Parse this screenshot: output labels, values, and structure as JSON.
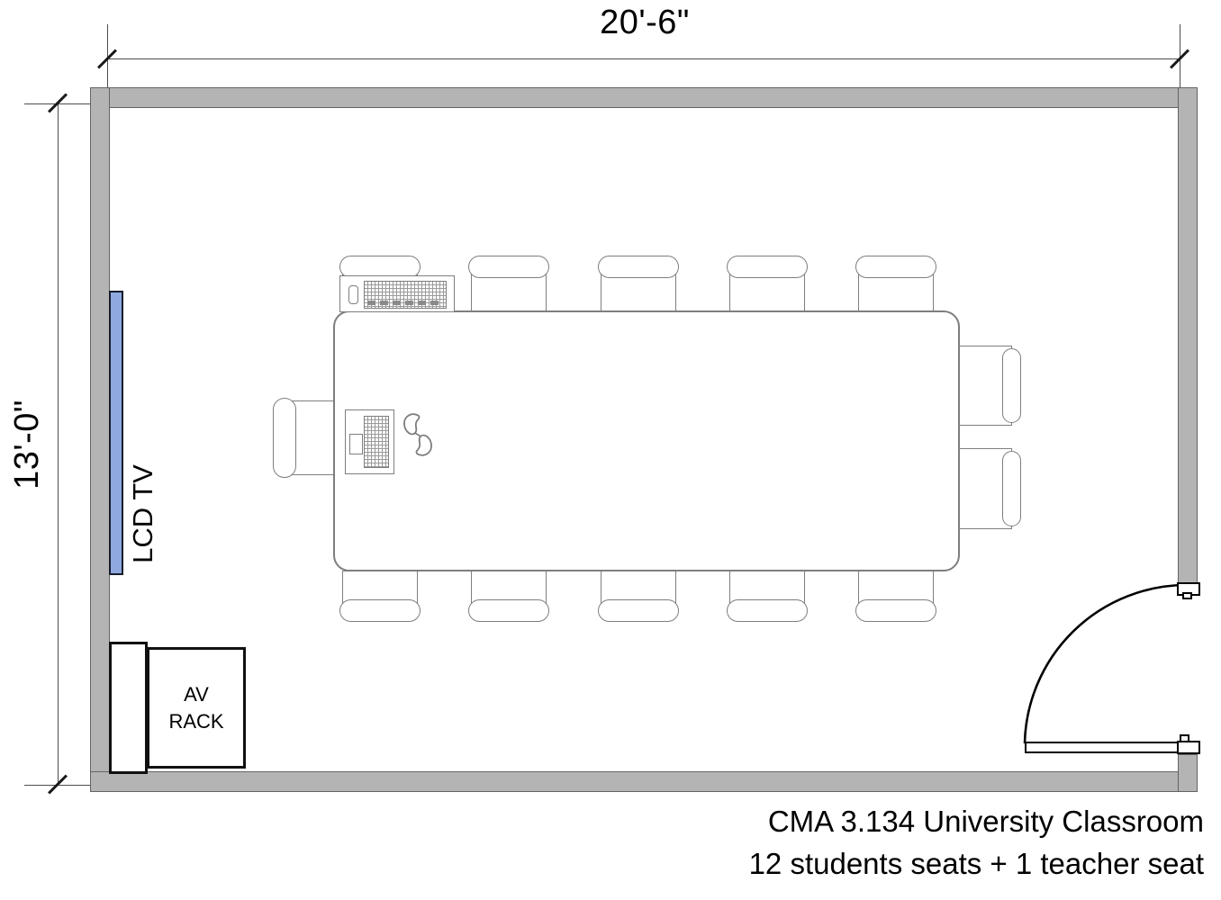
{
  "dimensions": {
    "width": "20'-6\"",
    "height": "13'-0\""
  },
  "equipment": {
    "lcd_tv": "LCD TV",
    "av_rack": [
      "AV",
      "RACK"
    ]
  },
  "caption": {
    "line1": "CMA 3.134 University Classroom",
    "line2": "12 students seats + 1 teacher seat"
  },
  "seating": {
    "student_seats": 12,
    "teacher_seats": 1
  },
  "colors": {
    "wall-fill": "#b4b4b4",
    "wall-outline": "#646464",
    "furniture-outline": "#7e7e7e",
    "door-line": "#000000",
    "dim-line": "#4d4d4d",
    "tick": "#1a1a1a",
    "tv-fill": "#8fa9df",
    "tv-outline": "#171c2b",
    "rack-outline": "#111111",
    "text": "#000000"
  }
}
